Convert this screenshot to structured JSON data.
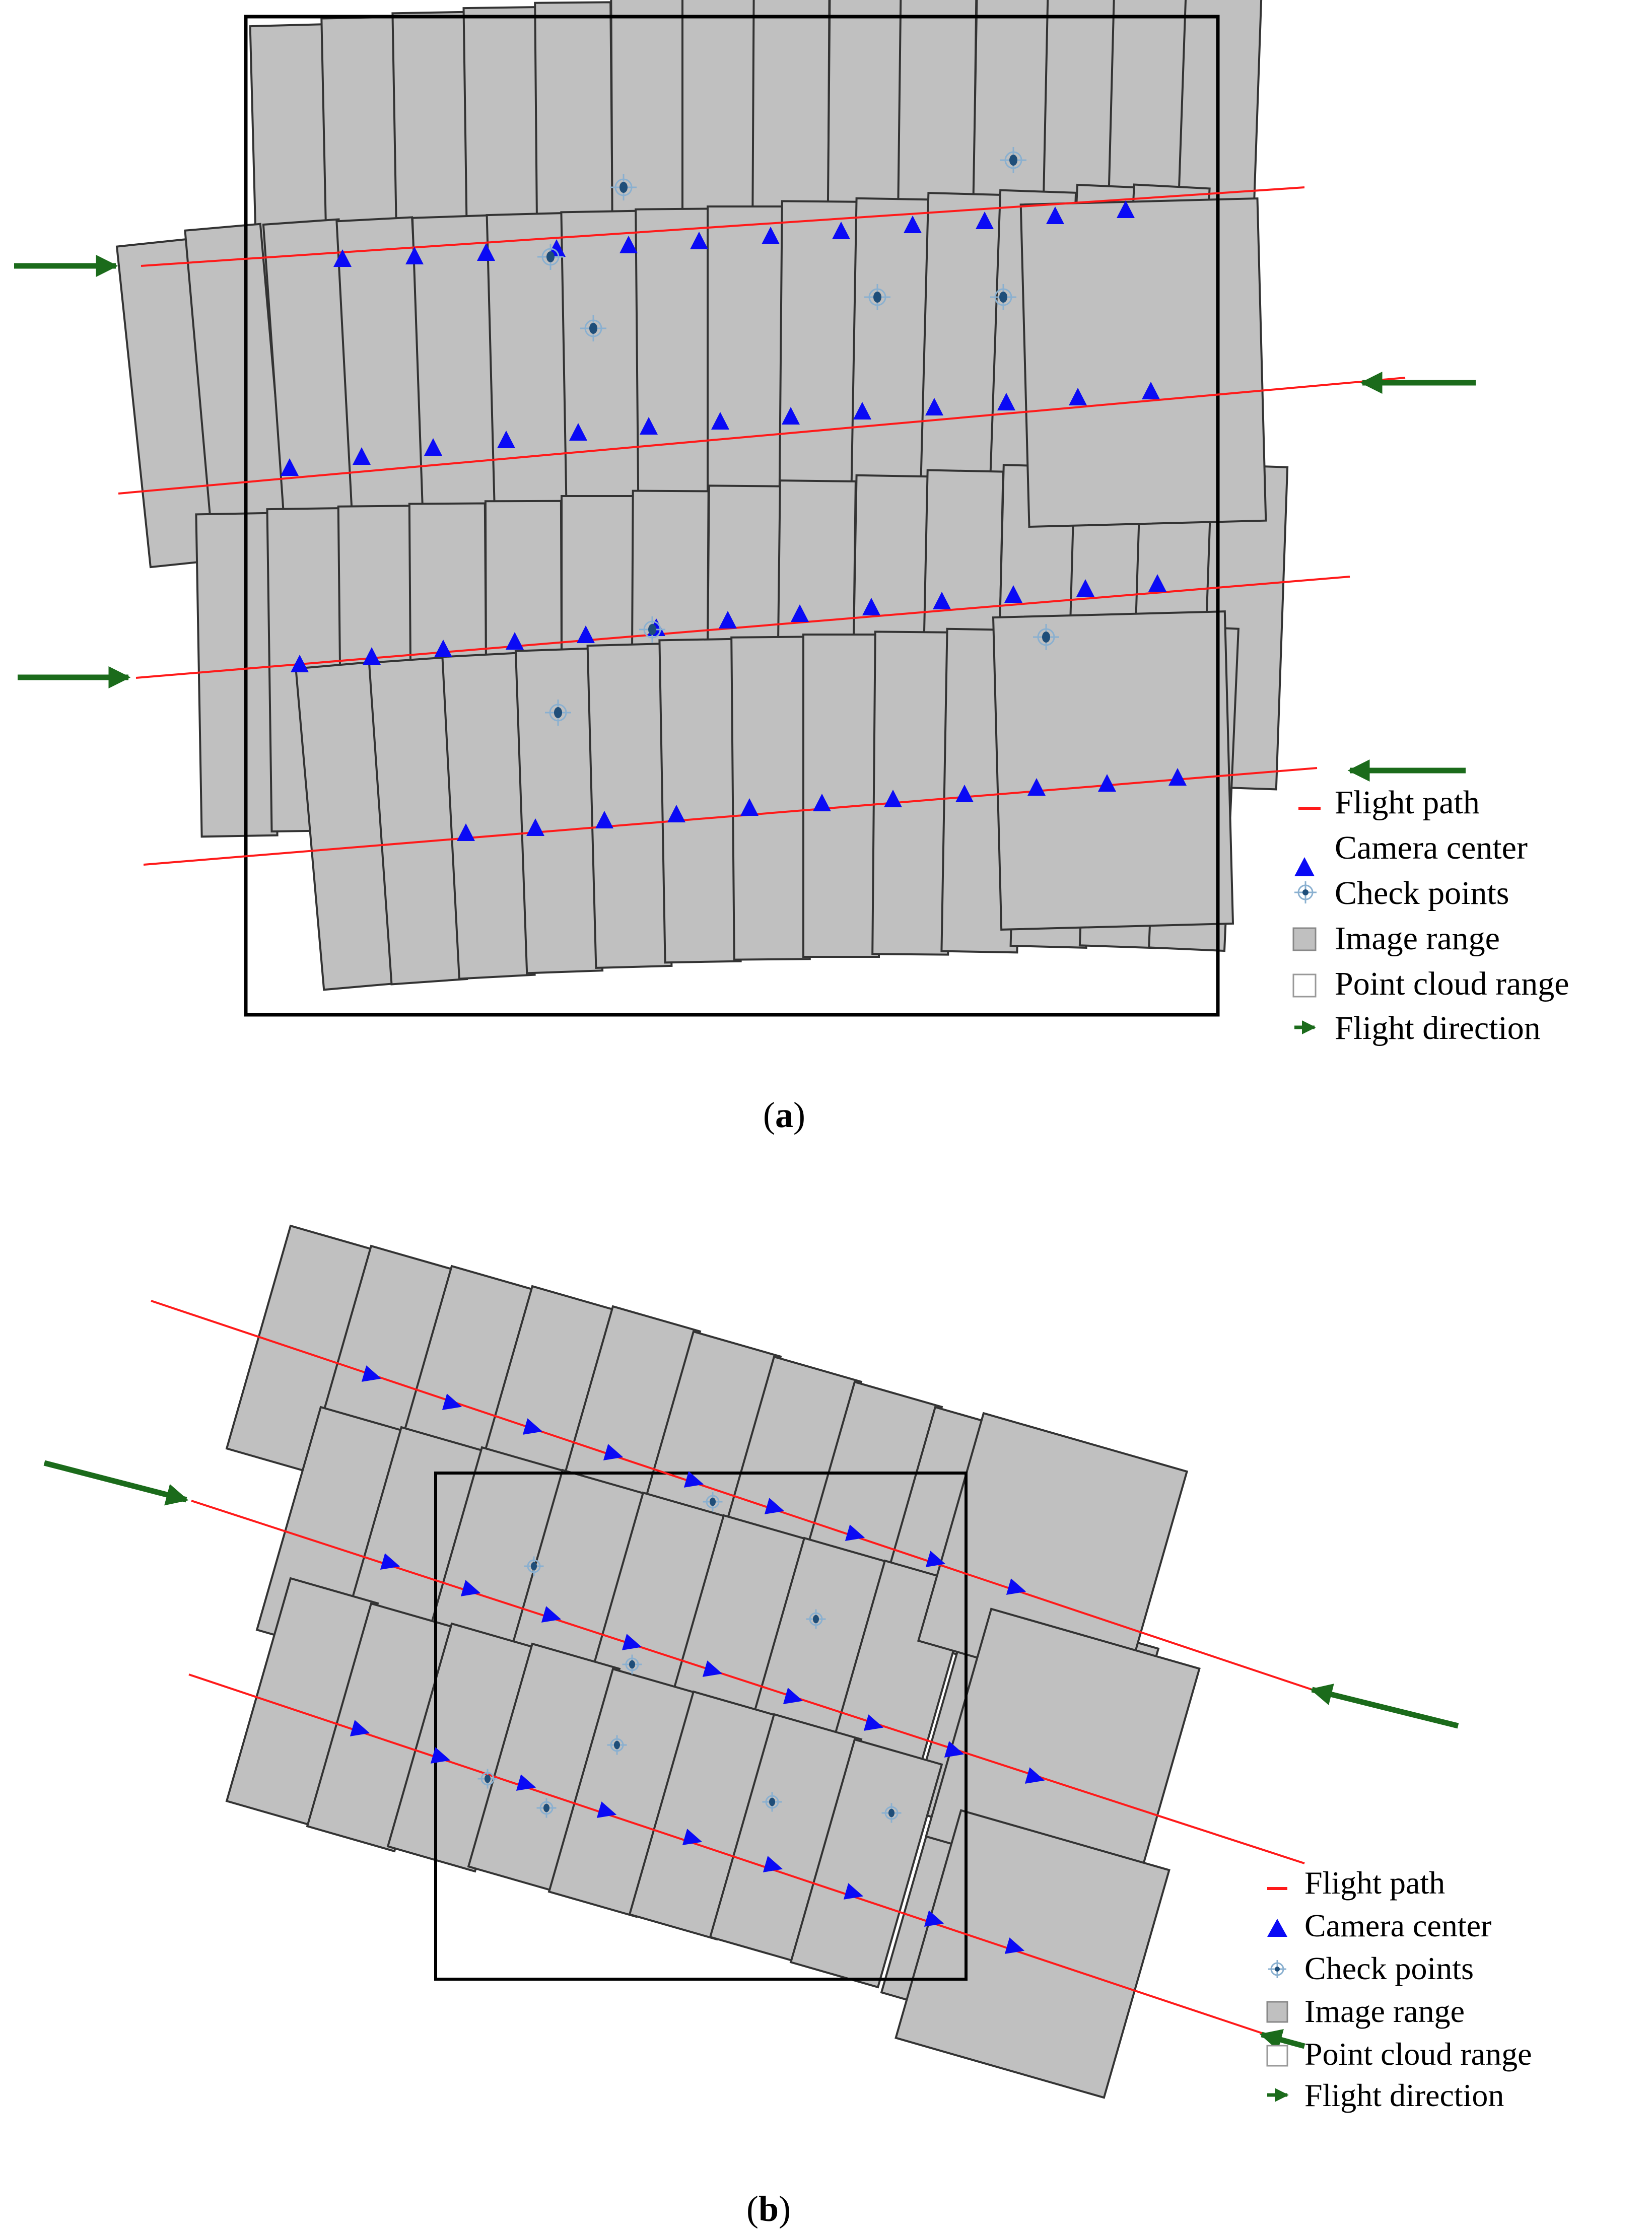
{
  "colors": {
    "image_fill": "#c0c0c0",
    "image_stroke": "#333333",
    "flight_path": "#ff1a1a",
    "camera_center": "#0a0af5",
    "flight_direction": "#1b6b1b",
    "check_point": "#1f4e79",
    "point_cloud_stroke": "#000000"
  },
  "panel_a": {
    "caption_open": "(",
    "caption_letter": "a",
    "caption_close": ")",
    "legend": {
      "flight_path": "Flight path",
      "camera_center": "Camera center",
      "check_points": "Check points",
      "image_range": "Image range",
      "point_cloud_range": "Point cloud range",
      "flight_direction": "Flight direction"
    }
  },
  "panel_b": {
    "caption_open": "(",
    "caption_letter": "b",
    "caption_close": ")",
    "legend": {
      "flight_path": "Flight path",
      "camera_center": "Camera center",
      "check_points": "Check points",
      "image_range": "Image range",
      "point_cloud_range": "Point cloud range",
      "flight_direction": "Flight direction"
    }
  },
  "icons": {
    "flight_path": "red-line-icon",
    "camera_center": "blue-triangle-icon",
    "check_points": "crosshair-target-icon",
    "image_range": "gray-square-icon",
    "point_cloud_range": "white-square-icon",
    "flight_direction": "green-arrow-icon"
  }
}
